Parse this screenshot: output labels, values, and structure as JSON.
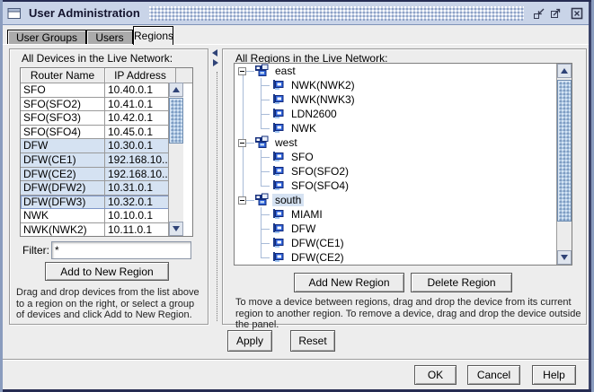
{
  "window": {
    "title": "User Administration",
    "controls": {
      "minimize": "minimize",
      "maximize": "maximize",
      "close": "close"
    }
  },
  "tabs": [
    {
      "label": "User Groups",
      "active": false
    },
    {
      "label": "Users",
      "active": false
    },
    {
      "label": "Regions",
      "active": true
    }
  ],
  "left_panel": {
    "label": "All Devices in the Live Network:",
    "table": {
      "columns": [
        "Router Name",
        "IP Address"
      ],
      "rows": [
        {
          "name": "SFO",
          "ip": "10.40.0.1",
          "selected": false,
          "focused": false
        },
        {
          "name": "SFO(SFO2)",
          "ip": "10.41.0.1",
          "selected": false,
          "focused": false
        },
        {
          "name": "SFO(SFO3)",
          "ip": "10.42.0.1",
          "selected": false,
          "focused": false
        },
        {
          "name": "SFO(SFO4)",
          "ip": "10.45.0.1",
          "selected": false,
          "focused": false
        },
        {
          "name": "DFW",
          "ip": "10.30.0.1",
          "selected": true,
          "focused": false
        },
        {
          "name": "DFW(CE1)",
          "ip": "192.168.10...",
          "selected": true,
          "focused": false
        },
        {
          "name": "DFW(CE2)",
          "ip": "192.168.10...",
          "selected": true,
          "focused": false
        },
        {
          "name": "DFW(DFW2)",
          "ip": "10.31.0.1",
          "selected": true,
          "focused": false
        },
        {
          "name": "DFW(DFW3)",
          "ip": "10.32.0.1",
          "selected": true,
          "focused": true
        },
        {
          "name": "NWK",
          "ip": "10.10.0.1",
          "selected": false,
          "focused": false
        },
        {
          "name": "NWK(NWK2)",
          "ip": "10.11.0.1",
          "selected": false,
          "focused": false
        }
      ]
    },
    "filter_label": "Filter:",
    "filter_value": "*",
    "add_button": "Add to New Region",
    "instructions": "Drag and drop devices from the list above to a region on the right, or select a group of devices and click Add to New Region."
  },
  "right_panel": {
    "label": "All Regions in the Live Network:",
    "tree": [
      {
        "label": "east",
        "expanded": true,
        "selected": false,
        "children": [
          "NWK(NWK2)",
          "NWK(NWK3)",
          "LDN2600",
          "NWK"
        ]
      },
      {
        "label": "west",
        "expanded": true,
        "selected": false,
        "children": [
          "SFO",
          "SFO(SFO2)",
          "SFO(SFO4)"
        ]
      },
      {
        "label": "south",
        "expanded": true,
        "selected": true,
        "children": [
          "MIAMI",
          "DFW",
          "DFW(CE1)",
          "DFW(CE2)"
        ]
      }
    ],
    "add_button": "Add New Region",
    "delete_button": "Delete Region",
    "instructions": "To move a device between regions, drag and drop the device from its current region to another region. To remove a device, drag and drop the device outside the panel."
  },
  "actions": {
    "apply": "Apply",
    "reset": "Reset"
  },
  "footer": {
    "ok": "OK",
    "cancel": "Cancel",
    "help": "Help"
  },
  "colors": {
    "titlebar": "#C9D4E8",
    "selection": "#D5E2F2",
    "scroll_thumb": "#A9C4E0",
    "connector": "#A8BBD8",
    "accent": "#2A3158"
  }
}
